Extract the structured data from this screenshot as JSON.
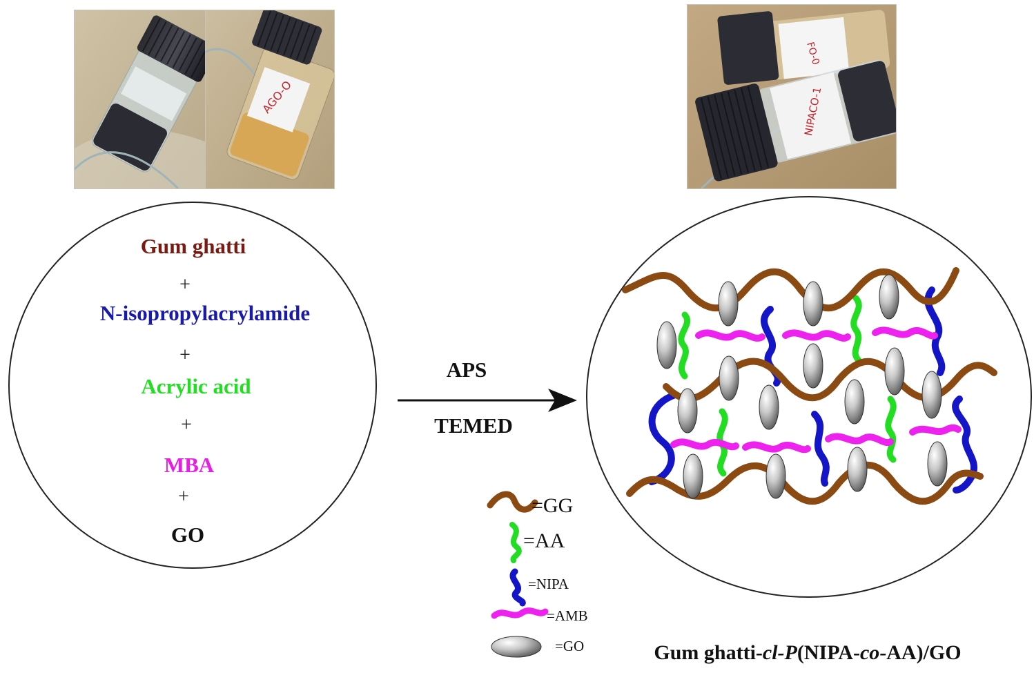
{
  "photos": {
    "left_a": {
      "vial_label": ""
    },
    "left_b": {
      "vial_label": "AGO-O"
    },
    "right": {
      "vial_label_top": "FO-0",
      "vial_label_bottom": "NIPACO-1"
    }
  },
  "reactants": {
    "items": [
      {
        "text": "Gum ghatti",
        "color": "#7a1a12"
      },
      {
        "text": "N-isopropylacrylamide",
        "color": "#1a1aa8"
      },
      {
        "text": "Acrylic acid",
        "color": "#22dd22"
      },
      {
        "text": "MBA",
        "color": "#e61ee6"
      },
      {
        "text": "GO",
        "color": "#111111"
      }
    ],
    "plus": "+"
  },
  "reaction": {
    "above_arrow": "APS",
    "below_arrow": "TEMED"
  },
  "legend": {
    "items": [
      {
        "symbol": "gg-chain-icon",
        "label": "=GG",
        "color": "#8b4a12"
      },
      {
        "symbol": "aa-chain-icon",
        "label": "=AA",
        "color": "#22dd22"
      },
      {
        "symbol": "nipa-chain-icon",
        "label": "=NIPA",
        "color": "#1515c8"
      },
      {
        "symbol": "amb-chain-icon",
        "label": "=AMB",
        "color": "#ee22ee"
      },
      {
        "symbol": "go-ellipse-icon",
        "label": "=GO",
        "color": "#9a9a9a"
      }
    ]
  },
  "product": {
    "name_parts": [
      {
        "text": "Gum ghatti-",
        "italic": false
      },
      {
        "text": "cl-P",
        "italic": true
      },
      {
        "text": "(NIPA-",
        "italic": false
      },
      {
        "text": "co",
        "italic": true
      },
      {
        "text": "-AA)/GO",
        "italic": false
      }
    ]
  },
  "colors": {
    "gg": "#8b4a12",
    "aa": "#22dd22",
    "nipa": "#1515c8",
    "amb": "#ee22ee",
    "go_light": "#f2f2f2",
    "go_dark": "#6e6e6e"
  }
}
